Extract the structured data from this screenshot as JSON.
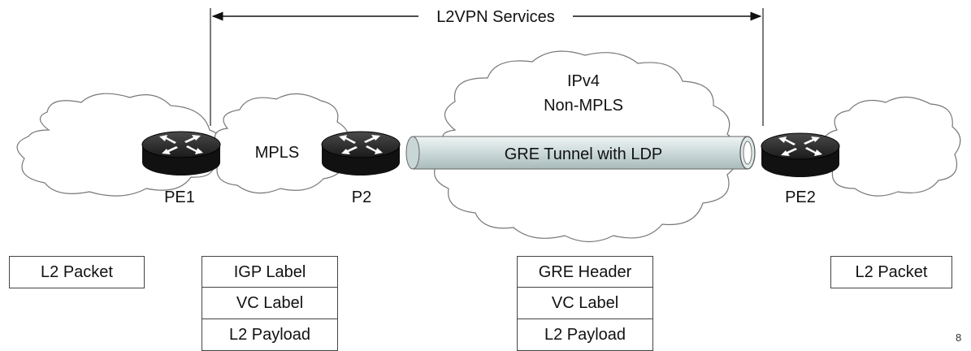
{
  "services_label": "L2VPN Services",
  "core_cloud": {
    "line1": "IPv4",
    "line2": "Non-MPLS"
  },
  "mpls_label": "MPLS",
  "tunnel_label": "GRE Tunnel with LDP",
  "routers": {
    "pe1": "PE1",
    "p2": "P2",
    "pe2": "PE2"
  },
  "packets": {
    "left": "L2 Packet",
    "right": "L2 Packet",
    "mpls_stack": [
      "IGP Label",
      "VC Label",
      "L2 Payload"
    ],
    "gre_stack": [
      "GRE Header",
      "VC Label",
      "L2 Payload"
    ]
  },
  "figure_id": "8"
}
